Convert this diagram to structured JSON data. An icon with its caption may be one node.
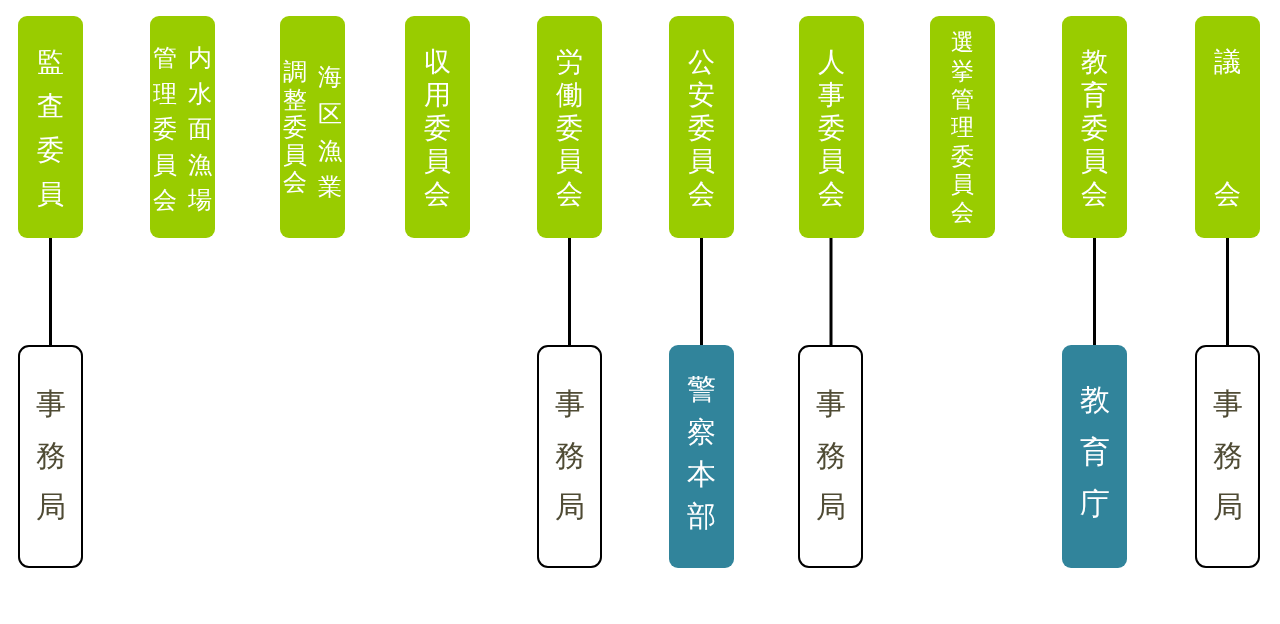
{
  "diagram": {
    "nodes": [
      {
        "text": [
          "監査委員"
        ]
      },
      {
        "text": [
          "内水面漁場管理委員会"
        ]
      },
      {
        "text": [
          "海区漁業調整委員会"
        ]
      },
      {
        "text": [
          "収用委員会"
        ]
      },
      {
        "text": [
          "労働委員会"
        ]
      },
      {
        "text": [
          "公安委員会"
        ]
      },
      {
        "text": [
          "人事委員会"
        ]
      },
      {
        "text": [
          "選挙管理委員会"
        ]
      },
      {
        "text": [
          "教育委員会"
        ]
      },
      {
        "text": [
          "議会"
        ]
      },
      {
        "text": [
          "事務局"
        ]
      },
      {
        "text": [
          "事務局"
        ]
      },
      {
        "text": [
          "警察本部"
        ]
      },
      {
        "text": [
          "事務局"
        ]
      },
      {
        "text": [
          "教育庁"
        ]
      },
      {
        "text": [
          "事務局"
        ]
      }
    ],
    "edges": [
      {
        "from": 0,
        "to": 10,
        "arrow": "none"
      },
      {
        "from": 4,
        "to": 11,
        "arrow": "none"
      },
      {
        "from": 5,
        "to": 12,
        "arrow": "none"
      },
      {
        "from": 6,
        "to": 13,
        "arrow": "none"
      },
      {
        "from": 8,
        "to": 14,
        "arrow": "none"
      },
      {
        "from": 9,
        "to": 15,
        "arrow": "none"
      }
    ]
  }
}
